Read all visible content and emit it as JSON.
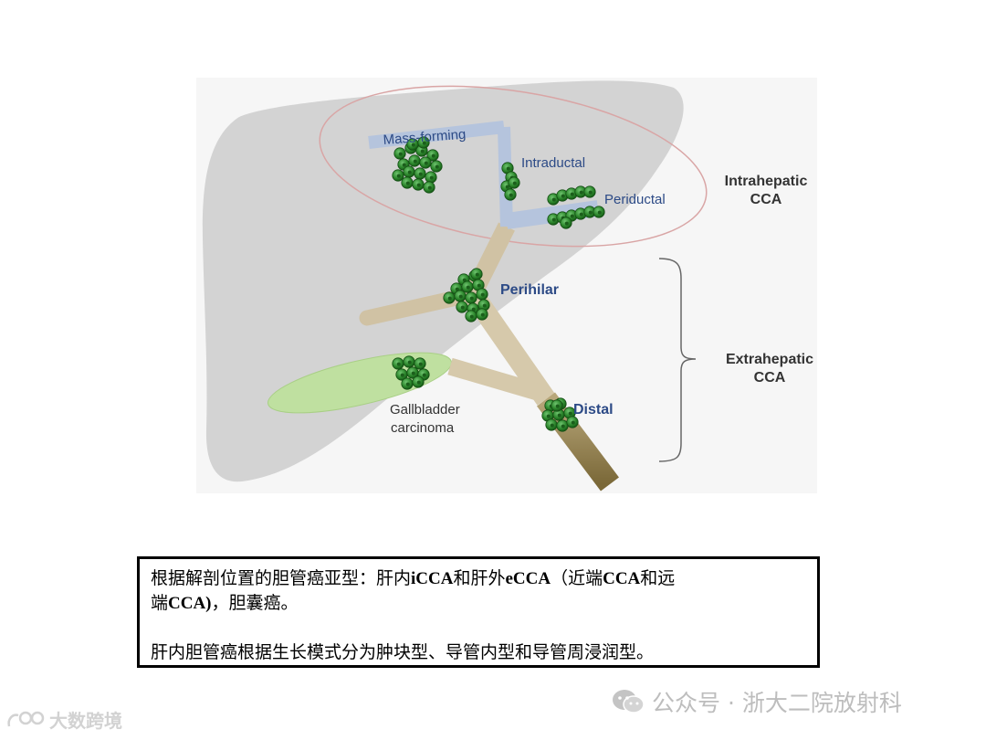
{
  "diagram": {
    "labels": {
      "mass_forming": "Mass-forming",
      "intraductal": "Intraductal",
      "periductal": "Periductal",
      "perihilar": "Perihilar",
      "distal": "Distal",
      "gallbladder_line1": "Gallbladder",
      "gallbladder_line2": "carcinoma",
      "intrahepatic_line1": "Intrahepatic",
      "intrahepatic_line2": "CCA",
      "extrahepatic_line1": "Extrahepatic",
      "extrahepatic_line2": "CCA"
    },
    "colors": {
      "liver": "#d3d3d3",
      "bile_duct_intrahepatic": "#b5c4dd",
      "bile_duct_extrahepatic": "#cfbf9f",
      "bile_duct_distal": "#8c7a4c",
      "tumor": "#2f8a2f",
      "gallbladder": "#bfe0a0",
      "intrahepatic_outline": "#d9a5a5",
      "label_blue": "#2c4a86"
    }
  },
  "caption": {
    "line1_a": "根据解剖位置的胆管癌亚型：肝内",
    "line1_b": "iCCA",
    "line1_c": "和肝外",
    "line1_d": "eCCA",
    "line1_e": "（近端",
    "line1_f": "CCA",
    "line1_g": "和远",
    "line2_a": "端",
    "line2_b": "CCA)",
    "line2_c": "，胆囊癌。",
    "paragraph2": "肝内胆管癌根据生长模式分为肿块型、导管内型和导管周浸润型。"
  },
  "watermark": {
    "icon": "wechat-icon",
    "text": "公众号 · 浙大二院放射科"
  },
  "corner_mark": {
    "icon": "logo-icon",
    "text": "大数跨境"
  }
}
